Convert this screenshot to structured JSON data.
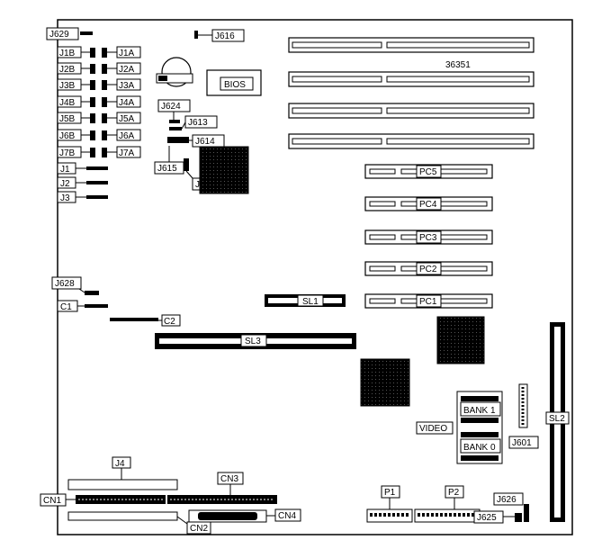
{
  "board": {
    "silkscreen": "36351",
    "bios_label": "BIOS"
  },
  "jumpers": {
    "j629": "J629",
    "j616": "J616",
    "j1b": "J1B",
    "j1a": "J1A",
    "j2b": "J2B",
    "j2a": "J2A",
    "j3b": "J3B",
    "j3a": "J3A",
    "j4b": "J4B",
    "j4a": "J4A",
    "j5b": "J5B",
    "j5a": "J5A",
    "j6b": "J6B",
    "j6a": "J6A",
    "j7b": "J7B",
    "j7a": "J7A",
    "j624": "J624",
    "j613": "J613",
    "j614": "J614",
    "j615": "J615",
    "j612": "J612",
    "j1": "J1",
    "j2": "J2",
    "j3": "J3",
    "j628": "J628",
    "c1": "C1",
    "c2": "C2",
    "j601": "J601",
    "j626": "J626",
    "j625": "J625",
    "j4": "J4"
  },
  "slots": {
    "pc5": "PC5",
    "pc4": "PC4",
    "pc3": "PC3",
    "pc2": "PC2",
    "pc1": "PC1",
    "sl1": "SL1",
    "sl2": "SL2",
    "sl3": "SL3"
  },
  "memory": {
    "bank1": "BANK 1",
    "bank0": "BANK 0",
    "video": "VIDEO"
  },
  "connectors": {
    "cn1": "CN1",
    "cn2": "CN2",
    "cn3": "CN3",
    "cn4": "CN4",
    "p1": "P1",
    "p2": "P2"
  }
}
